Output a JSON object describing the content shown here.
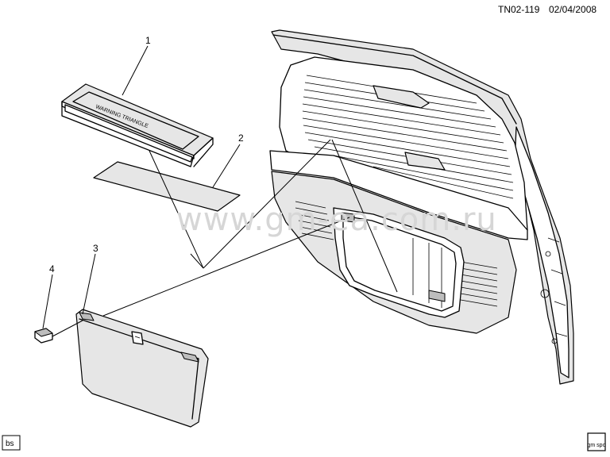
{
  "header": {
    "drawing_id": "TN02-119",
    "date": "02/04/2008"
  },
  "watermark": "www.gm-ea.com.ru",
  "callouts": [
    "1",
    "2",
    "3",
    "4"
  ],
  "box_label": "WARNING TRIANGLE",
  "footer": {
    "left_badge": "bs",
    "right_logo": "gm spo"
  }
}
